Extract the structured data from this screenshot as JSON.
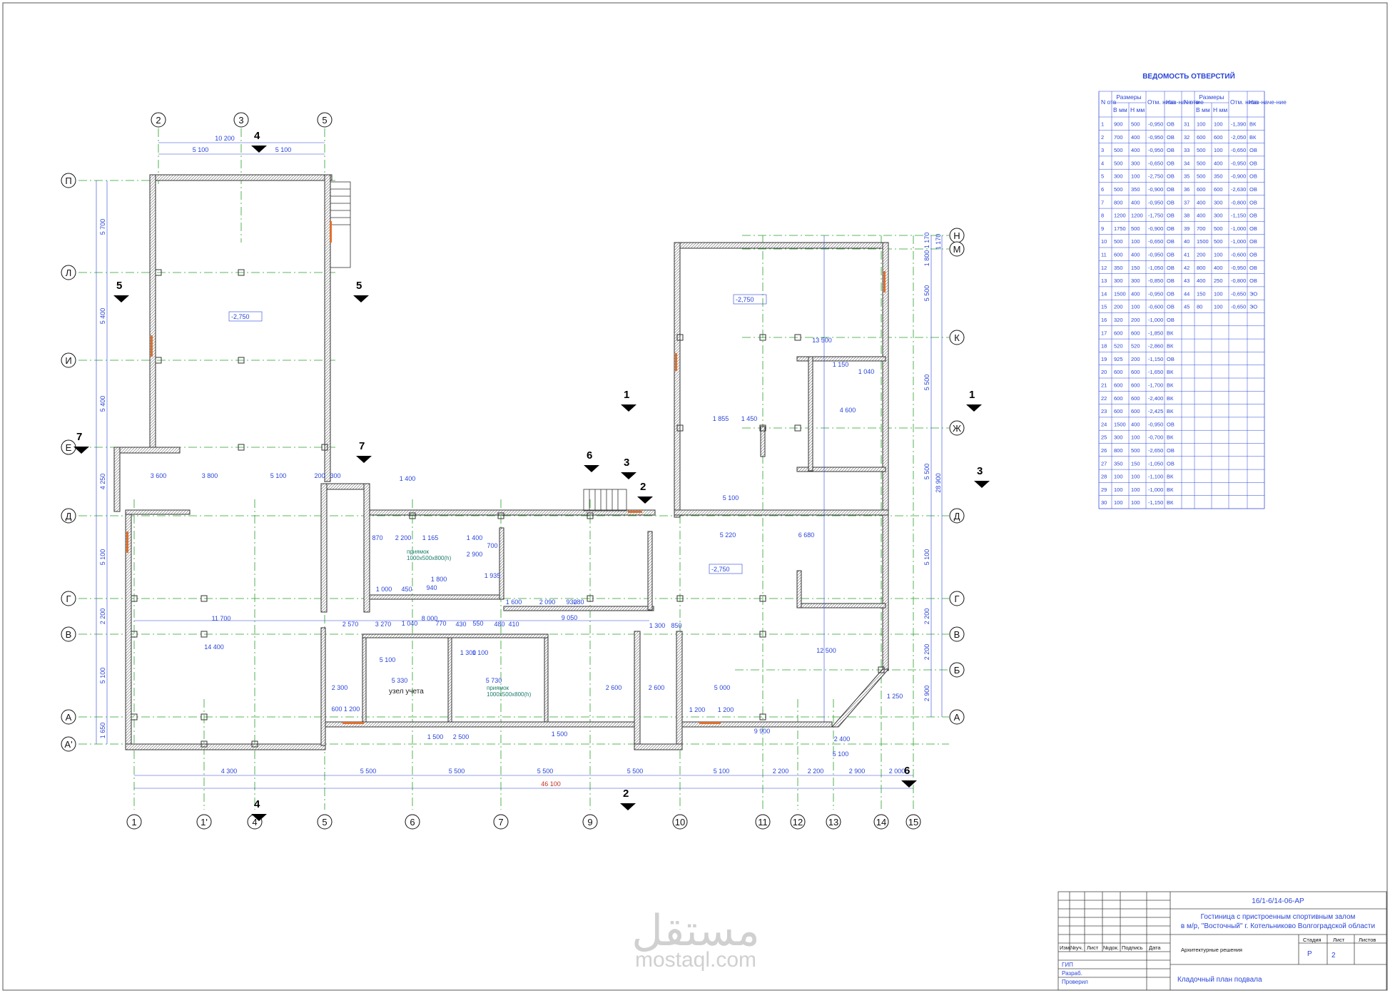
{
  "drawing": {
    "axes_columns": [
      "1",
      "1'",
      "4",
      "5",
      "6",
      "7",
      "9",
      "10",
      "11",
      "12",
      "13",
      "14",
      "15"
    ],
    "axes_columns_top": [
      "2",
      "3",
      "5"
    ],
    "axes_rows": [
      "П",
      "Л",
      "И",
      "Е",
      "Д",
      "Г",
      "В",
      "А",
      "А'"
    ],
    "axes_rows_right": [
      "Н",
      "М",
      "К",
      "Ж",
      "Д",
      "Г",
      "В",
      "Б",
      "А"
    ],
    "section_marks": [
      "1",
      "1",
      "2",
      "2",
      "3",
      "3",
      "4",
      "4",
      "5",
      "5",
      "6",
      "6",
      "7",
      "7"
    ],
    "bottom_dims": [
      "4 300",
      "5 500",
      "5 500",
      "5 500",
      "5 500",
      "5 100",
      "2 200",
      "2 200",
      "2 900",
      "2 000"
    ],
    "total_dim": "46 100",
    "top_dims": [
      "10 200",
      "5 100",
      "5 100"
    ],
    "left_dims": [
      "5 700",
      "5 400",
      "5 400",
      "4 250",
      "5 100",
      "2 200",
      "5 100",
      "1 650"
    ],
    "right_dims_inner": [
      "1 170",
      "1 800",
      "5 500",
      "5 500",
      "5 500",
      "5 100",
      "2 200",
      "2 200",
      "2 900"
    ],
    "right_dims_outer": [
      "1 170",
      "28 900"
    ],
    "level_marks": [
      "-2,750",
      "-2,750",
      "-2,750"
    ],
    "notes": {
      "pit1": "приямок",
      "pit1_size": "1000х500х800(h)",
      "pit2": "приямок",
      "pit2_size": "1000х500х800(h)",
      "room_meter": "узел учета"
    },
    "inner_dims": [
      "3 600",
      "3 800",
      "5 100",
      "200",
      "300",
      "1 400",
      "870",
      "2 200",
      "1 165",
      "1 400",
      "2 900",
      "700",
      "1 935",
      "1 800",
      "1 000",
      "450",
      "940",
      "11 700",
      "8 000",
      "2 570",
      "3 270",
      "1 040",
      "770",
      "430",
      "550",
      "480",
      "410",
      "1 300",
      "1 100",
      "5 330",
      "5 730",
      "5 100",
      "2 300",
      "14 400",
      "600",
      "1 200",
      "1 500",
      "2 500",
      "1 500",
      "9 050",
      "1 600",
      "2 090",
      "930",
      "280",
      "5 100",
      "5 220",
      "6 680",
      "4 600",
      "1 855",
      "1 450",
      "1 150",
      "1 040",
      "13 500",
      "12 500",
      "2 600",
      "2 600",
      "5 000",
      "1 200",
      "1 200",
      "9 900",
      "2 400",
      "5 100",
      "1 250",
      "1 300",
      "850"
    ]
  },
  "openings_table": {
    "title": "ВЕДОМОСТЬ ОТВЕРСТИЙ",
    "headers": {
      "n": "N отв",
      "sizes": "Размеры",
      "b": "В мм",
      "h": "Н мм",
      "otm": "Отм. низа",
      "naz": "Наз-наче-ние"
    },
    "rows": [
      [
        "1",
        "900",
        "500",
        "-0,950",
        "ОВ",
        "31",
        "100",
        "100",
        "-1,390",
        "ВК"
      ],
      [
        "2",
        "700",
        "400",
        "-0,950",
        "ОВ",
        "32",
        "600",
        "600",
        "-2,050",
        "ВК"
      ],
      [
        "3",
        "500",
        "400",
        "-0,950",
        "ОВ",
        "33",
        "500",
        "100",
        "-0,650",
        "ОВ"
      ],
      [
        "4",
        "500",
        "300",
        "-0,650",
        "ОВ",
        "34",
        "500",
        "400",
        "-0,950",
        "ОВ"
      ],
      [
        "5",
        "300",
        "100",
        "-2,750",
        "ОВ",
        "35",
        "500",
        "350",
        "-0,900",
        "ОВ"
      ],
      [
        "6",
        "500",
        "350",
        "-0,900",
        "ОВ",
        "36",
        "600",
        "600",
        "-2,630",
        "ОВ"
      ],
      [
        "7",
        "800",
        "400",
        "-0,950",
        "ОВ",
        "37",
        "400",
        "300",
        "-0,800",
        "ОВ"
      ],
      [
        "8",
        "1200",
        "1200",
        "-1,750",
        "ОВ",
        "38",
        "400",
        "300",
        "-1,150",
        "ОВ"
      ],
      [
        "9",
        "1750",
        "500",
        "-0,900",
        "ОВ",
        "39",
        "700",
        "500",
        "-1,000",
        "ОВ"
      ],
      [
        "10",
        "500",
        "100",
        "-0,650",
        "ОВ",
        "40",
        "1500",
        "500",
        "-1,000",
        "ОВ"
      ],
      [
        "11",
        "600",
        "400",
        "-0,950",
        "ОВ",
        "41",
        "200",
        "100",
        "-0,600",
        "ОВ"
      ],
      [
        "12",
        "350",
        "150",
        "-1,050",
        "ОВ",
        "42",
        "800",
        "400",
        "-0,950",
        "ОВ"
      ],
      [
        "13",
        "300",
        "300",
        "-0,850",
        "ОВ",
        "43",
        "400",
        "250",
        "-0,800",
        "ОВ"
      ],
      [
        "14",
        "1500",
        "400",
        "-0,950",
        "ОВ",
        "44",
        "150",
        "100",
        "-0,650",
        "ЭО"
      ],
      [
        "15",
        "200",
        "100",
        "-0,600",
        "ОВ",
        "45",
        "80",
        "100",
        "-0,650",
        "ЭО"
      ],
      [
        "16",
        "320",
        "200",
        "-1,000",
        "ОВ",
        "",
        "",
        "",
        "",
        ""
      ],
      [
        "17",
        "600",
        "600",
        "-1,850",
        "ВК",
        "",
        "",
        "",
        "",
        ""
      ],
      [
        "18",
        "520",
        "520",
        "-2,860",
        "ВК",
        "",
        "",
        "",
        "",
        ""
      ],
      [
        "19",
        "925",
        "200",
        "-1,150",
        "ОВ",
        "",
        "",
        "",
        "",
        ""
      ],
      [
        "20",
        "600",
        "600",
        "-1,650",
        "ВК",
        "",
        "",
        "",
        "",
        ""
      ],
      [
        "21",
        "600",
        "600",
        "-1,700",
        "ВК",
        "",
        "",
        "",
        "",
        ""
      ],
      [
        "22",
        "600",
        "600",
        "-2,400",
        "ВК",
        "",
        "",
        "",
        "",
        ""
      ],
      [
        "23",
        "600",
        "600",
        "-2,425",
        "ВК",
        "",
        "",
        "",
        "",
        ""
      ],
      [
        "24",
        "1500",
        "400",
        "-0,950",
        "ОВ",
        "",
        "",
        "",
        "",
        ""
      ],
      [
        "25",
        "300",
        "100",
        "-0,700",
        "ВК",
        "",
        "",
        "",
        "",
        ""
      ],
      [
        "26",
        "800",
        "500",
        "-2,650",
        "ОВ",
        "",
        "",
        "",
        "",
        ""
      ],
      [
        "27",
        "350",
        "150",
        "-1,050",
        "ОВ",
        "",
        "",
        "",
        "",
        ""
      ],
      [
        "28",
        "100",
        "100",
        "-1,100",
        "ВК",
        "",
        "",
        "",
        "",
        ""
      ],
      [
        "29",
        "100",
        "100",
        "-1,000",
        "ВК",
        "",
        "",
        "",
        "",
        ""
      ],
      [
        "30",
        "100",
        "100",
        "-1,150",
        "ВК",
        "",
        "",
        "",
        "",
        ""
      ]
    ]
  },
  "title_block": {
    "code": "16/1-6/14-06-АР",
    "project_line1": "Гостиница с пристроенным спортивным залом",
    "project_line2": "в м/р, \"Восточный\" г. Котельниково Волгоградской области",
    "section": "Архитектурные решения",
    "sheet_name": "Кладочный план подвала",
    "col_labels": [
      "Изм.",
      "№уч.",
      "Лист",
      "№док.",
      "Подпись",
      "Дата"
    ],
    "roles": [
      "ГИП",
      "Разраб.",
      "Проверил"
    ],
    "stage_label": "Стадия",
    "sheet_label": "Лист",
    "sheets_label": "Листов",
    "stage": "Р",
    "sheet": "2"
  },
  "watermark": {
    "arabic": "مستقل",
    "latin": "mostaql.com"
  },
  "colors": {
    "wall": "#333333",
    "dimension": "#2a45d8",
    "axis": "#2aa02a",
    "opening_num": "#1a7a6a",
    "accent": "#e07030"
  }
}
